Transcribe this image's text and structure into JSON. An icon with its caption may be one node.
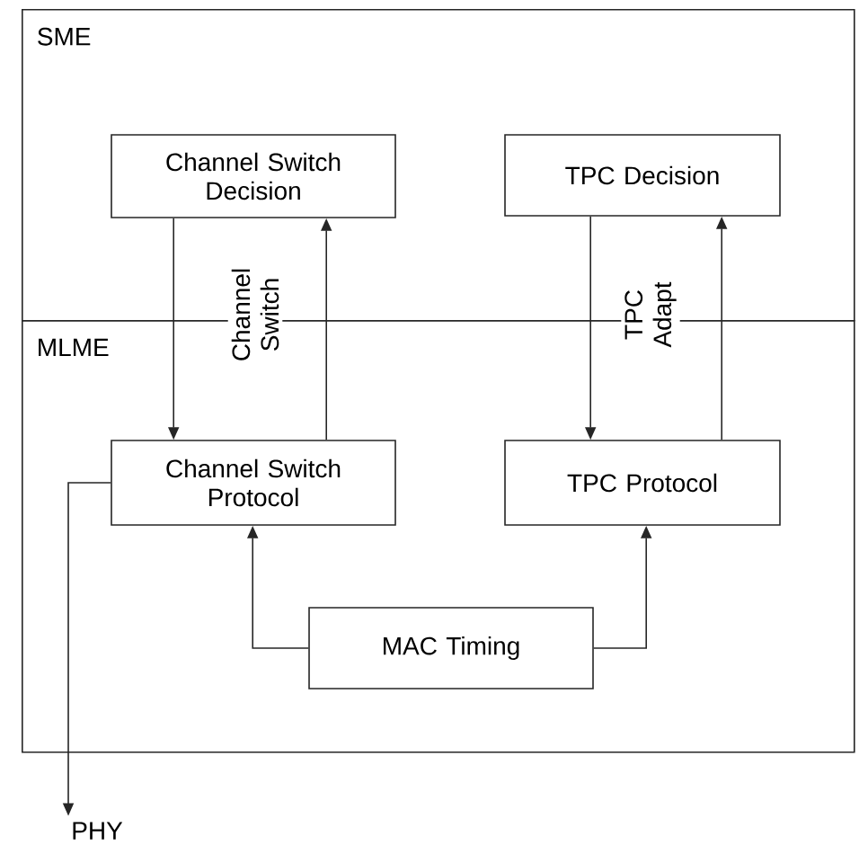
{
  "diagram": {
    "nodes": [
      {
        "text": [
          "SME"
        ]
      },
      {
        "text": [
          "MLME"
        ]
      },
      {
        "text": [
          "Channel Switch Decision"
        ],
        "in": 0
      },
      {
        "text": [
          "TPC Decision"
        ],
        "in": 0
      },
      {
        "text": [
          "Channel Switch Protocol"
        ],
        "in": 1
      },
      {
        "text": [
          "TPC Protocol"
        ],
        "in": 1
      },
      {
        "text": [
          "MAC Timing"
        ],
        "in": 1
      },
      {
        "text": [
          "PHY"
        ]
      }
    ],
    "edges": [
      {
        "from": 2,
        "to": 4,
        "arrow": "to"
      },
      {
        "from": 4,
        "to": 2,
        "arrow": "to",
        "label": "Channel Switch"
      },
      {
        "from": 3,
        "to": 5,
        "arrow": "to"
      },
      {
        "from": 5,
        "to": 3,
        "arrow": "to",
        "label": "TPC Adapt"
      },
      {
        "from": 6,
        "to": 4,
        "arrow": "to"
      },
      {
        "from": 6,
        "to": 5,
        "arrow": "to"
      },
      {
        "from": 4,
        "to": 7,
        "arrow": "to"
      }
    ]
  }
}
